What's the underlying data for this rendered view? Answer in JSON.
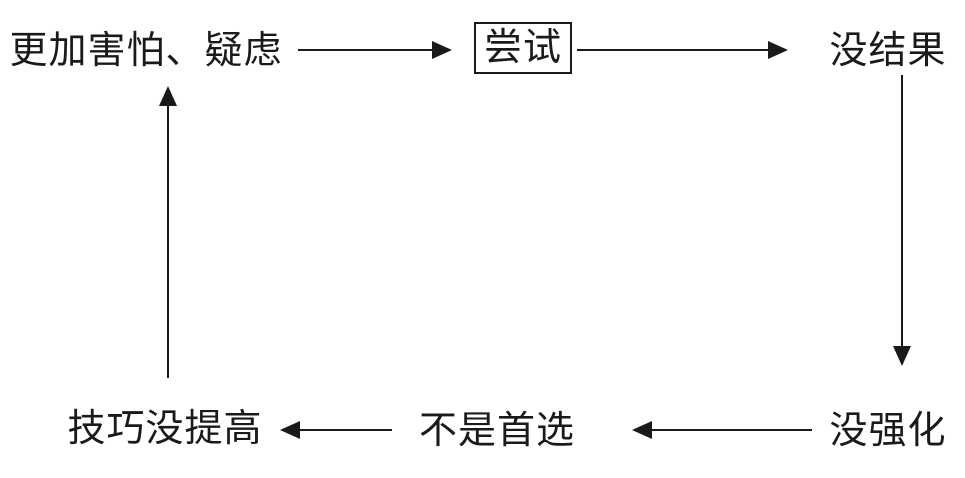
{
  "diagram": {
    "nodes": {
      "more_fear": "更加害怕、疑虑",
      "try": "尝试",
      "no_result": "没结果",
      "no_reinforce": "没强化",
      "not_first_choice": "不是首选",
      "skill_not_improved": "技巧没提高"
    },
    "edges": [
      {
        "from": "more_fear",
        "to": "try"
      },
      {
        "from": "try",
        "to": "no_result"
      },
      {
        "from": "no_result",
        "to": "no_reinforce"
      },
      {
        "from": "no_reinforce",
        "to": "not_first_choice"
      },
      {
        "from": "not_first_choice",
        "to": "skill_not_improved"
      },
      {
        "from": "skill_not_improved",
        "to": "more_fear"
      }
    ],
    "colors": {
      "line": "#1a1a1a",
      "background": "#ffffff"
    }
  }
}
